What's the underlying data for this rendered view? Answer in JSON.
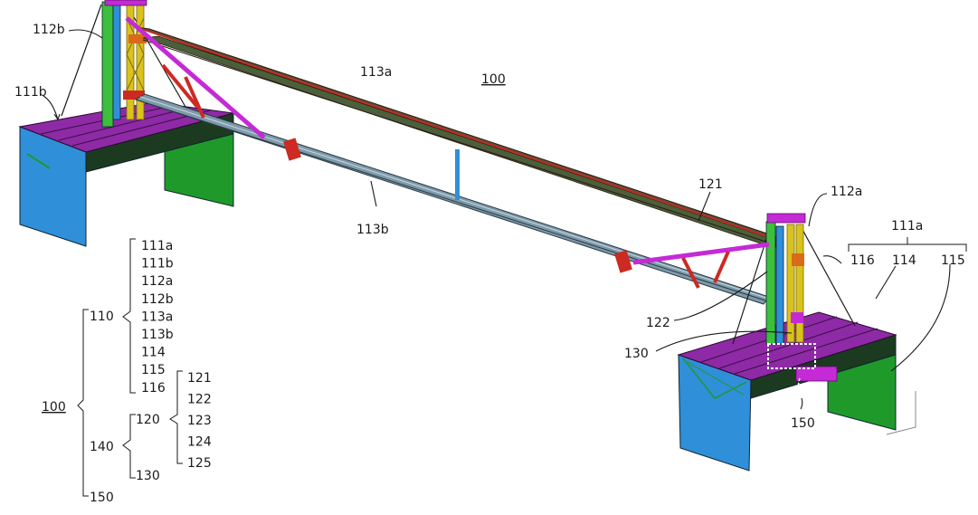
{
  "figure": {
    "ref_main": "100",
    "top_labels": {
      "l_112b": "112b",
      "l_111b": "111b",
      "l_113a": "113a",
      "l_100": "100",
      "l_113b": "113b",
      "l_121": "121",
      "l_112a": "112a",
      "l_111a": "111a",
      "l_116": "116",
      "l_114": "114",
      "l_115": "115",
      "l_122": "122",
      "l_130": "130",
      "l_150": "150"
    },
    "tree": {
      "root": "100",
      "n110": "110",
      "n140": "140",
      "n150": "150",
      "n120": "120",
      "n130": "130",
      "children_110": [
        "111a",
        "111b",
        "112a",
        "112b",
        "113a",
        "113b",
        "114",
        "115",
        "116"
      ],
      "children_120": [
        "121",
        "122",
        "123",
        "124",
        "125"
      ]
    },
    "colors": {
      "deck": "#7a1f8f",
      "deck_top": "#8e2aa6",
      "blue_wall": "#2f8fd8",
      "green_wall": "#1f9a2a",
      "dark_body": "#1b3a1f",
      "magenta": "#c42ad6",
      "yellow": "#d9c21a",
      "green_post": "#3cbf3c",
      "truss_a": "#5b3a2a",
      "truss_b": "#6e8ea0",
      "red": "#cc2a22",
      "orange": "#d96a1a"
    }
  }
}
